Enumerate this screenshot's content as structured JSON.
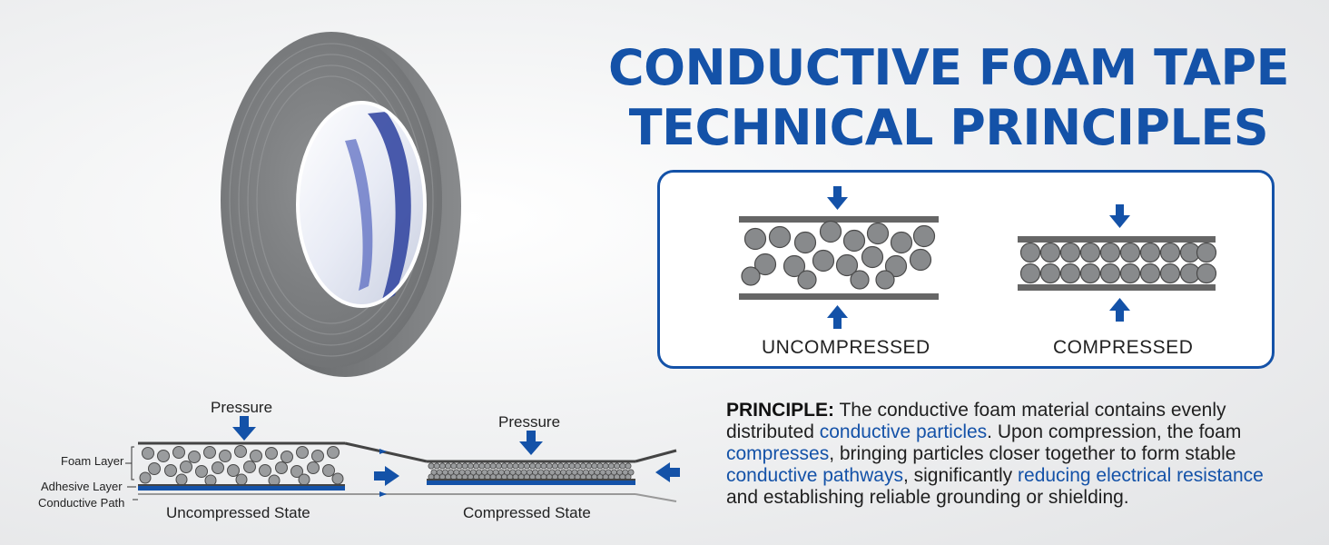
{
  "title": {
    "line1": "CONDUCTIVE FOAM TAPE",
    "line2": "TECHNICAL PRINCIPLES"
  },
  "principle_box": {
    "uncompressed_label": "UNCOMPRESSED",
    "compressed_label": "COMPRESSED"
  },
  "principle_text": {
    "lead": "PRINCIPLE:",
    "part1": " The conductive foam material contains evenly distributed ",
    "hl1": "conductive particles",
    "part2": ". Upon compression, the foam ",
    "hl2": "compresses",
    "part3": ", bringing particles closer together to form stable ",
    "hl3": "conductive pathways",
    "part4": ", significantly ",
    "hl4": "reducing electrical resistance",
    "part5": " and establishing reliable grounding or shielding."
  },
  "lower_diagram": {
    "pressure_left": "Pressure",
    "pressure_right": "Pressure",
    "foam_layer": "Foam Layer",
    "adhesive_layer": "Adhesive Layer",
    "conductive_path": "Conductive Path",
    "uncompressed_state": "Uncompressed State",
    "compressed_state": "Compressed State"
  },
  "colors": {
    "brand_blue": "#1452a8",
    "foam_gray": "#7a7c7e",
    "particle_gray": "#8c8e90"
  },
  "icons": [
    "down-arrow-icon",
    "up-arrow-icon",
    "right-arrow-icon",
    "left-arrow-icon"
  ]
}
